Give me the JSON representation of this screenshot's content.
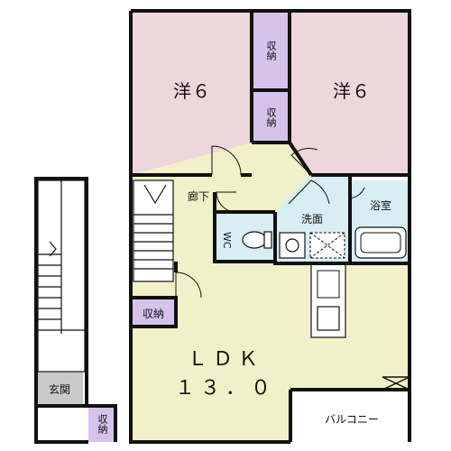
{
  "colors": {
    "bedroom": "#efd5dc",
    "ldk": "#f1f0c8",
    "corridor": "#f1f0c8",
    "wet_area": "#d8eef4",
    "storage": "#d6c3ec",
    "entrance": "#c9c9c9",
    "wall": "#111111",
    "balcony": "#ffffff"
  },
  "rooms": {
    "bedroom_left": {
      "label": "洋６"
    },
    "bedroom_right": {
      "label": "洋６"
    },
    "storage_upper": {
      "label": "収納"
    },
    "storage_lower": {
      "label": "収納"
    },
    "corridor": {
      "label": "廊下"
    },
    "washroom": {
      "label": "洗面"
    },
    "bathroom": {
      "label": "浴室"
    },
    "toilet": {
      "label": "WC"
    },
    "ldk": {
      "label_line1": "ＬＤＫ",
      "label_line2": "１３．０"
    },
    "storage_ldk": {
      "label": "収納"
    },
    "entrance": {
      "label": "玄関"
    },
    "storage_entrance": {
      "label": "収納"
    },
    "balcony": {
      "label": "バルコニー"
    }
  }
}
